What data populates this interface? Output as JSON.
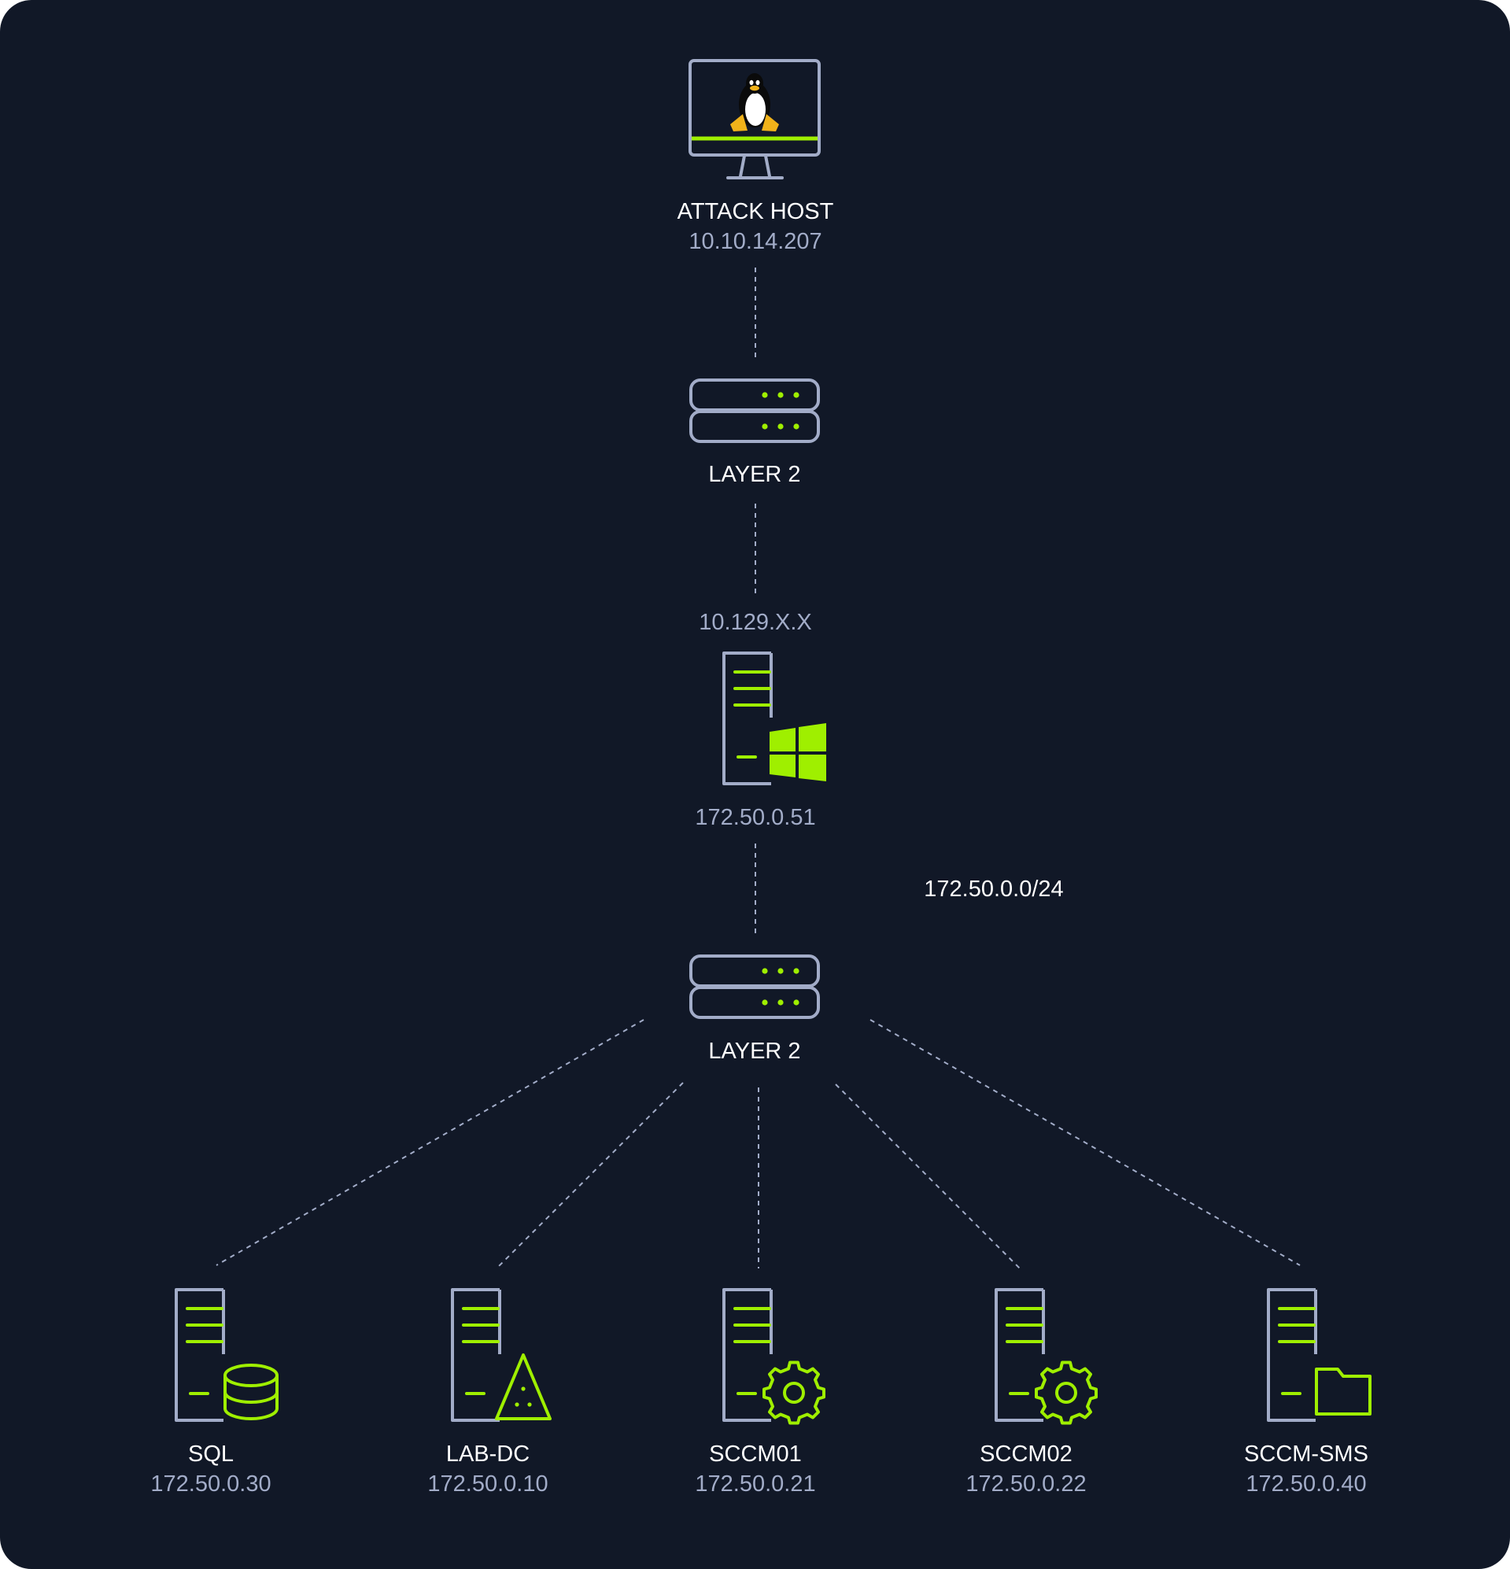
{
  "colors": {
    "background": "#111827",
    "outline": "#a2acc8",
    "accent": "#9fef00",
    "name_text": "#ffffff",
    "ip_text": "#a2acc8",
    "connector": "#a2acc8"
  },
  "attack_host": {
    "name": "ATTACK HOST",
    "ip": "10.10.14.207",
    "icon": "monitor-linux-tux-icon"
  },
  "switch_top": {
    "name": "LAYER 2",
    "icon": "network-switch-icon"
  },
  "pivot": {
    "ip_external": "10.129.X.X",
    "ip_internal": "172.50.0.51",
    "icon": "windows-server-icon"
  },
  "subnet": {
    "label": "172.50.0.0/24"
  },
  "switch_bottom": {
    "name": "LAYER 2",
    "icon": "network-switch-icon"
  },
  "servers": [
    {
      "name": "SQL",
      "ip": "172.50.0.30",
      "icon": "database-icon"
    },
    {
      "name": "LAB-DC",
      "ip": "172.50.0.10",
      "icon": "warning-triangle-icon"
    },
    {
      "name": "SCCM01",
      "ip": "172.50.0.21",
      "icon": "gear-icon"
    },
    {
      "name": "SCCM02",
      "ip": "172.50.0.22",
      "icon": "gear-icon"
    },
    {
      "name": "SCCM-SMS",
      "ip": "172.50.0.40",
      "icon": "folder-icon"
    }
  ]
}
